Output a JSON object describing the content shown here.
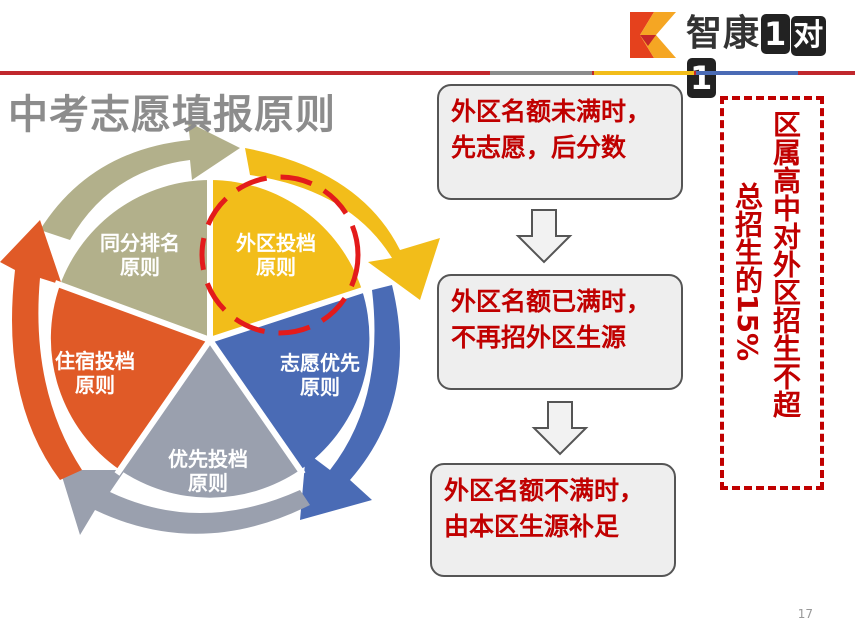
{
  "logo": {
    "brand": "智康",
    "box1": "1",
    "box2": "对",
    "box3": "1"
  },
  "title": "中考志愿填报原则",
  "wheel": {
    "segments": [
      {
        "label_line1": "同分排名",
        "label_line2": "原则",
        "color": "#b2b08b"
      },
      {
        "label_line1": "外区投档",
        "label_line2": "原则",
        "color": "#f2bd1a"
      },
      {
        "label_line1": "志愿优先",
        "label_line2": "原则",
        "color": "#4a6bb5"
      },
      {
        "label_line1": "优先投档",
        "label_line2": "原则",
        "color": "#9aa0ae"
      },
      {
        "label_line1": "住宿投档",
        "label_line2": "原则",
        "color": "#e05a27"
      }
    ],
    "highlight_color": "#e31b1b"
  },
  "flow": {
    "step1": {
      "line1": "外区名额未满时，",
      "line2": "先志愿，后分数"
    },
    "step2": {
      "line1": "外区名额已满时，",
      "line2": "不再招外区生源"
    },
    "step3": {
      "line1": "外区名额不满时，",
      "line2": "由本区生源补足"
    }
  },
  "note": {
    "col1": "区属高中对外区招生不超",
    "col2": "总招生的15%"
  },
  "page_number": "17",
  "colors": {
    "accent_red": "#c00000",
    "header_red": "#c0272d"
  }
}
